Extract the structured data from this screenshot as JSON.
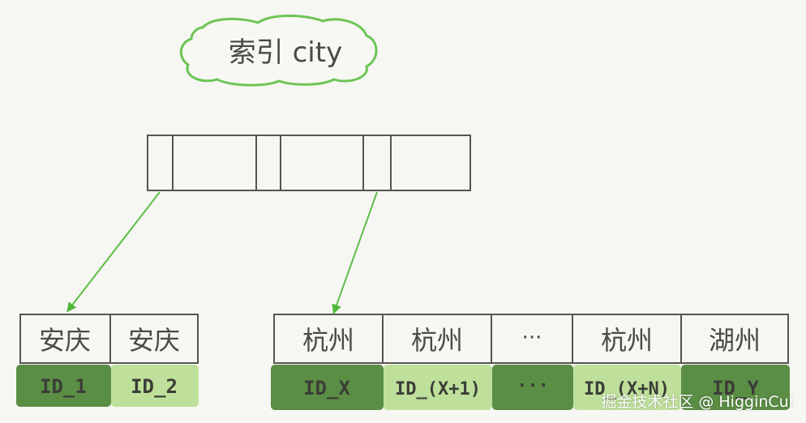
{
  "title": "索引 city",
  "left_leaf": {
    "cities": [
      "安庆",
      "安庆"
    ],
    "ids": [
      "ID_1",
      "ID_2"
    ]
  },
  "right_leaf": {
    "cities": [
      "杭州",
      "杭州",
      "···",
      "杭州",
      "湖州"
    ],
    "ids": [
      "ID_X",
      "ID_(X+1)",
      "···",
      "ID_(X+N)",
      "ID_Y"
    ]
  },
  "colors": {
    "green_dark": "#5b8e45",
    "green_light": "#bfe09a",
    "stroke_green": "#5cbf45",
    "box_stroke": "#57544e",
    "background": "#f6f6f3"
  },
  "watermark": "掘金技术社区 @ HigginCui"
}
